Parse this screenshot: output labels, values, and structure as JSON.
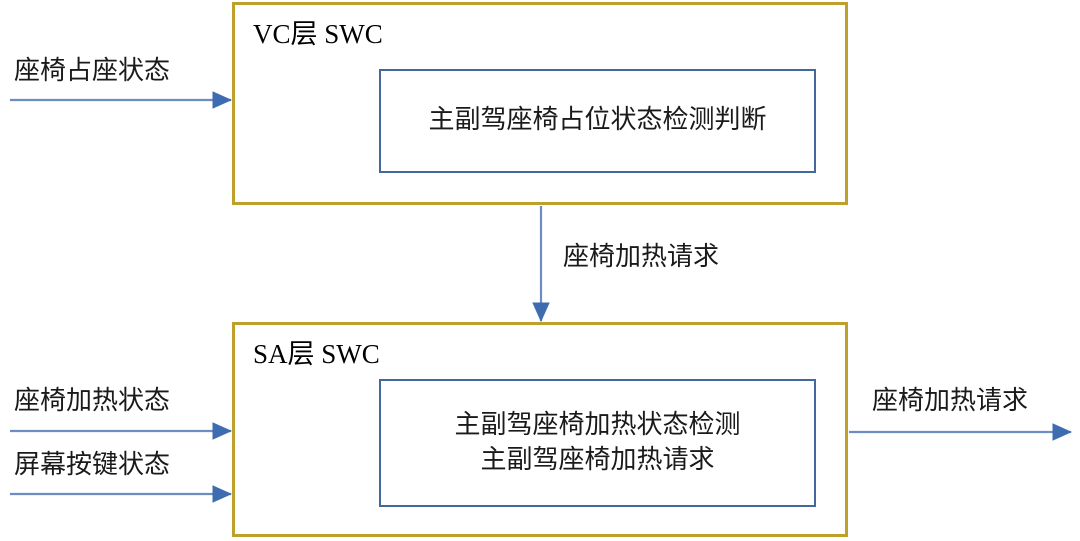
{
  "diagram": {
    "title_vc": "VC层 SWC",
    "title_sa": "SA层 SWC",
    "colors": {
      "layer_border": "#BFA02A",
      "inner_border": "#44689E",
      "arrow": "#5B7FB4",
      "text": "#1a1a1a",
      "background": "#ffffff"
    },
    "layers": [
      {
        "id": "vc",
        "title": "VC层 SWC",
        "inner_block": {
          "lines": [
            "主副驾座椅占位状态检测判断"
          ]
        }
      },
      {
        "id": "sa",
        "title": "SA层 SWC",
        "inner_block": {
          "lines": [
            "主副驾座椅加热状态检测",
            "主副驾座椅加热请求"
          ]
        }
      }
    ],
    "connections": [
      {
        "id": "seat-occupancy-in",
        "label": "座椅占座状态",
        "from": "external-left",
        "to": "vc",
        "direction": "right"
      },
      {
        "id": "seat-heat-request-internal",
        "label": "座椅加热请求",
        "from": "vc",
        "to": "sa",
        "direction": "down"
      },
      {
        "id": "seat-heat-status-in",
        "label": "座椅加热状态",
        "from": "external-left",
        "to": "sa",
        "direction": "right"
      },
      {
        "id": "screen-key-status-in",
        "label": "屏幕按键状态",
        "from": "external-left",
        "to": "sa",
        "direction": "right"
      },
      {
        "id": "seat-heat-request-out",
        "label": "座椅加热请求",
        "from": "sa",
        "to": "external-right",
        "direction": "right"
      }
    ]
  }
}
